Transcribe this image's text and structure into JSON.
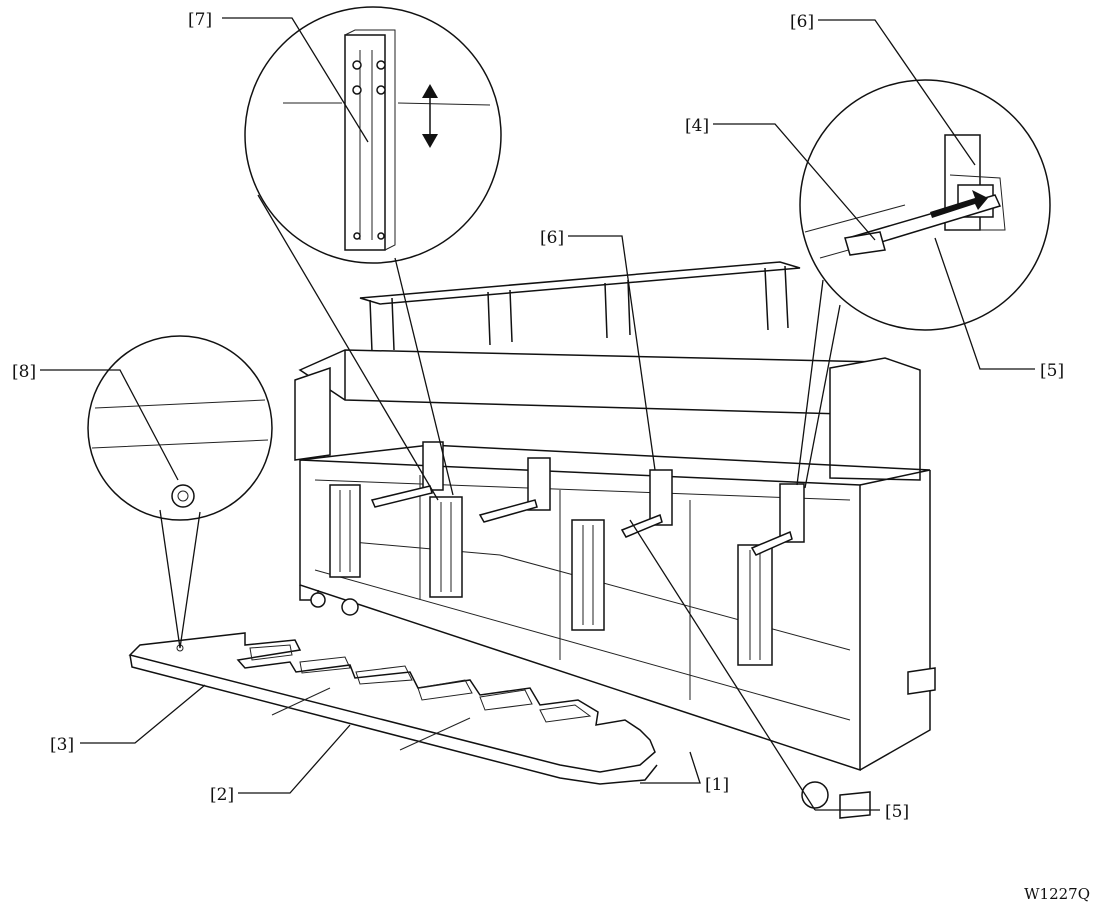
{
  "callouts": {
    "c1": "[1]",
    "c2": "[2]",
    "c3": "[3]",
    "c4": "[4]",
    "c5_upper": "[5]",
    "c5_lower": "[5]",
    "c6_upper": "[6]",
    "c6_lower": "[6]",
    "c7": "[7]",
    "c8": "[8]"
  },
  "figure_code": "W1227Q"
}
